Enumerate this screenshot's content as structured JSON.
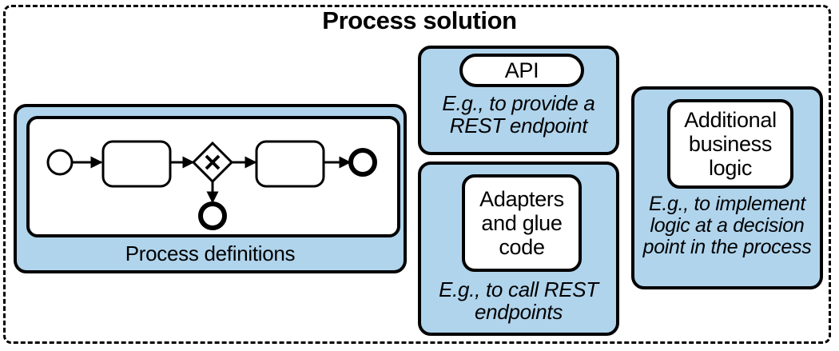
{
  "diagram": {
    "title": "Process solution",
    "outer_border_style": "dashed",
    "accent_color": "#b0d4ec",
    "line_color": "#000000",
    "panels": {
      "process": {
        "label": "Process definitions",
        "bpmn": {
          "start_event": "start-event",
          "task_1": "task",
          "gateway": "exclusive-gateway",
          "task_2": "task",
          "end_event_right": "end-event",
          "end_event_bottom": "end-event"
        }
      },
      "api": {
        "title": "API",
        "caption": "E.g., to provide a REST endpoint"
      },
      "adapters": {
        "title": "Adapters and glue code",
        "caption": "E.g., to call REST endpoints"
      },
      "logic": {
        "title": "Additional business logic",
        "caption": "E.g., to implement logic at a decision point in the process"
      }
    }
  }
}
